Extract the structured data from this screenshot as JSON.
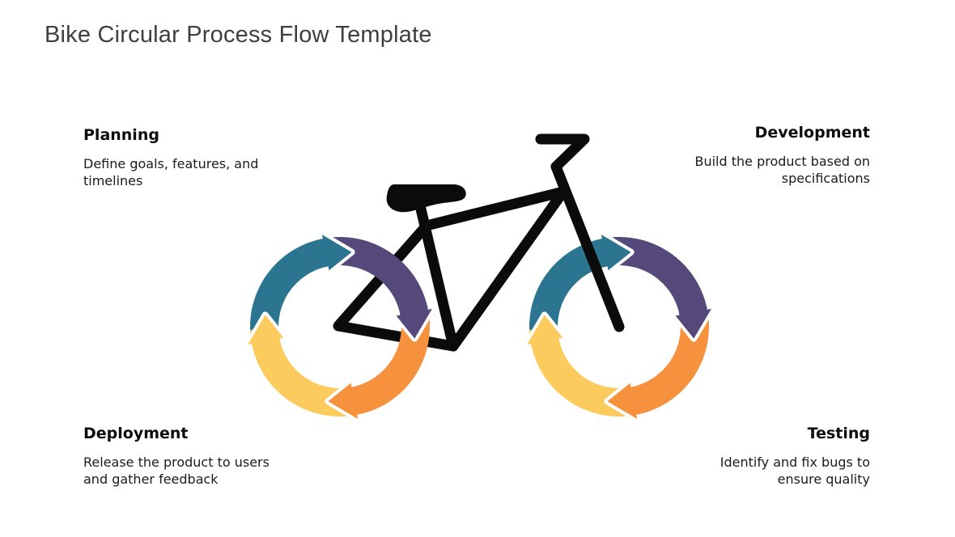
{
  "title": "Bike Circular Process Flow Template",
  "steps": [
    {
      "name": "Planning",
      "lines": [
        "Define goals, features, and",
        "timelines"
      ]
    },
    {
      "name": "Development",
      "lines": [
        "Build the product based on",
        "specifications"
      ]
    },
    {
      "name": "Deployment",
      "lines": [
        "Release the product to users",
        "and gather feedback"
      ]
    },
    {
      "name": "Testing",
      "lines": [
        "Identify and fix bugs to",
        "ensure quality"
      ]
    }
  ],
  "diagram": {
    "background": "#ffffff",
    "bike_color": "#0b0b0b",
    "cycle_colors": {
      "teal": "#2B7591",
      "purple": "#55497C",
      "orange": "#F6913E",
      "yellow": "#FBCB5E"
    }
  }
}
